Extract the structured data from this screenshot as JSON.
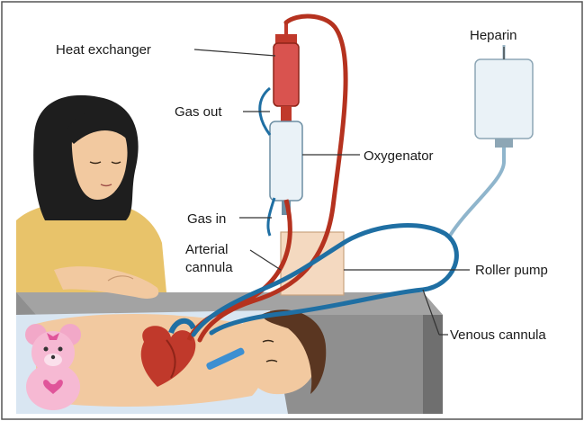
{
  "labels": {
    "heat_exchanger": "Heat exchanger",
    "gas_out": "Gas out",
    "oxygenator": "Oxygenator",
    "gas_in": "Gas in",
    "arterial_line1": "Arterial",
    "arterial_line2": "cannula",
    "heparin": "Heparin",
    "roller_pump": "Roller pump",
    "venous_cannula": "Venous cannula"
  },
  "colors": {
    "arterial_tube": "#c0392b",
    "venous_tube": "#1f6fa3",
    "table": "#8f8f8f",
    "pump": "#f4d9c0",
    "skin": "#f2c9a0",
    "sweater": "#e8c36a",
    "hair": "#1e1e1e",
    "heart": "#c0392b"
  }
}
